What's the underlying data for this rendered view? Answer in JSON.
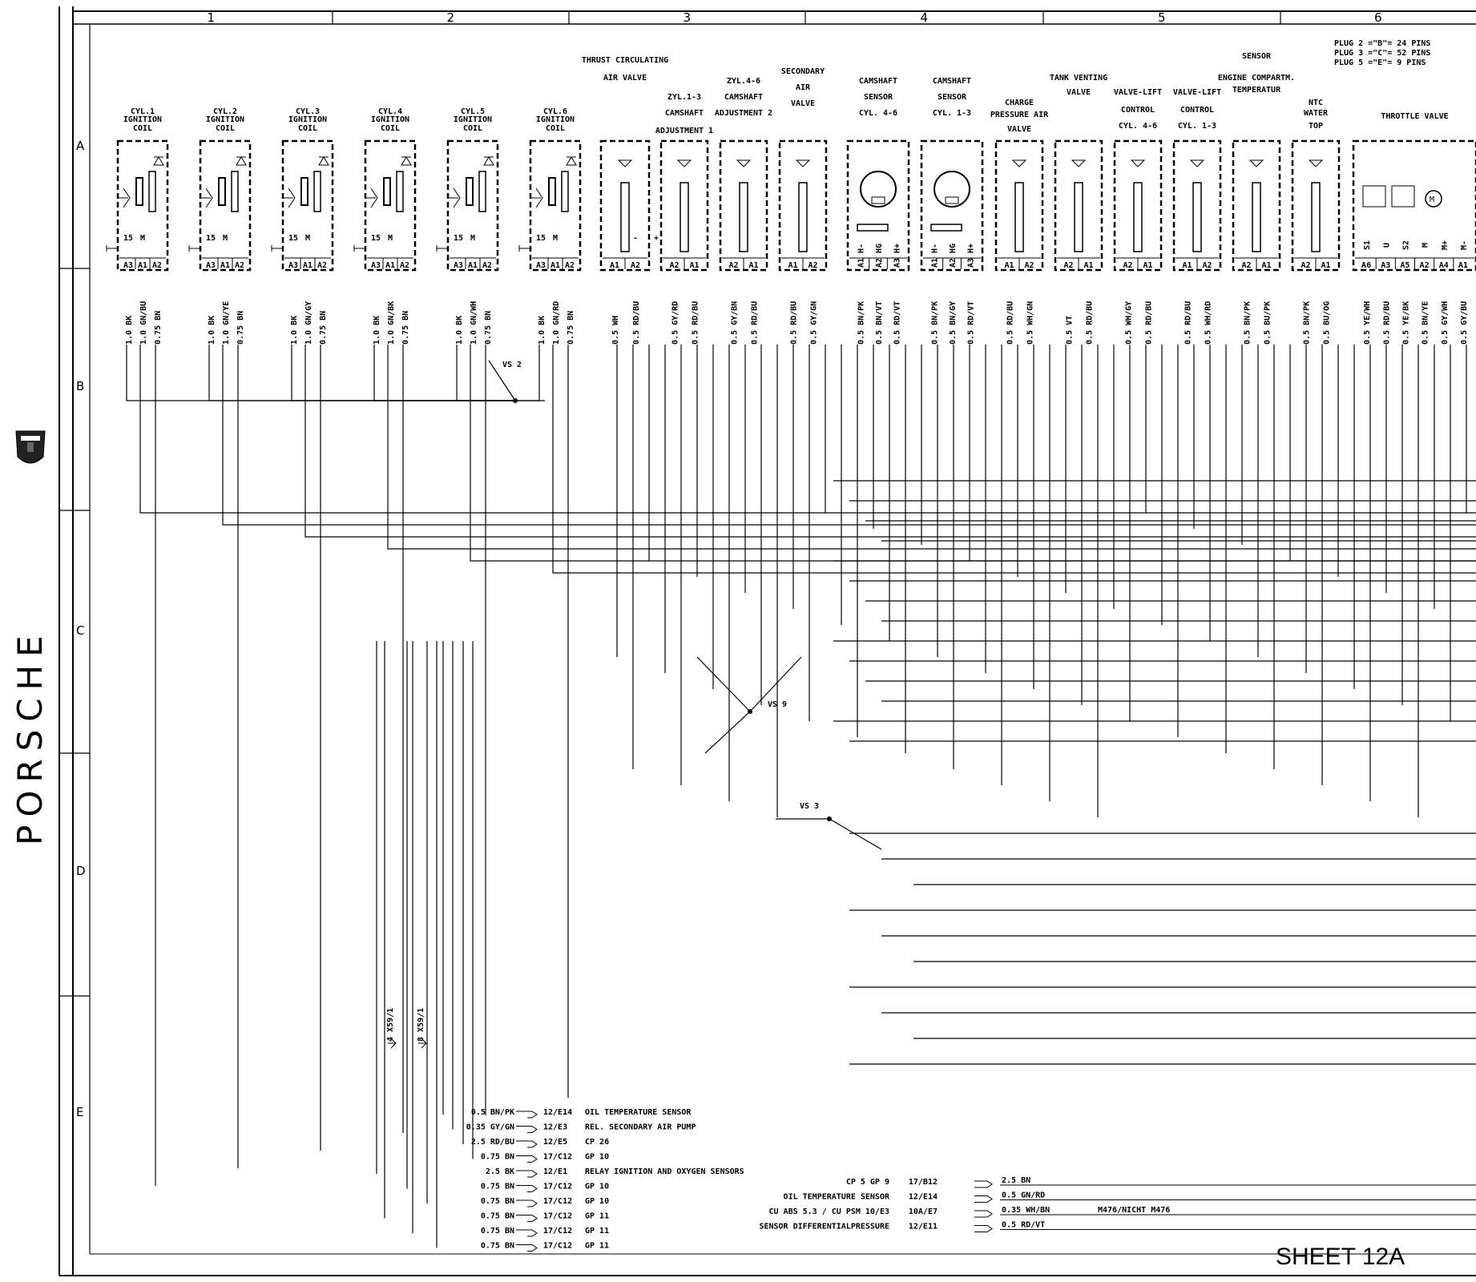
{
  "brand": "PORSCHE",
  "sheet_label": "SHEET 12A",
  "columns": [
    "1",
    "2",
    "3",
    "4",
    "5",
    "6"
  ],
  "rows": [
    "A",
    "B",
    "C",
    "D",
    "E"
  ],
  "plug_info": [
    "PLUG 2  =\"B\"=  24 PINS",
    "PLUG 3  =\"C\"=  52 PINS",
    "PLUG 5  =\"E\"=   9 PINS"
  ],
  "components": [
    {
      "name": [
        "CYL.1",
        "IGNITION",
        "COIL"
      ],
      "pins": [
        "A3",
        "A1",
        "A2"
      ],
      "extra": [
        "15",
        "M"
      ],
      "wires": [
        "1.0 BK",
        "1.0 GN/BU",
        "0.75 BN"
      ]
    },
    {
      "name": [
        "CYL.2",
        "IGNITION",
        "COIL"
      ],
      "pins": [
        "A3",
        "A1",
        "A2"
      ],
      "extra": [
        "15",
        "M"
      ],
      "wires": [
        "1.0 BK",
        "1.0 GN/YE",
        "0.75 BN"
      ]
    },
    {
      "name": [
        "CYL.3",
        "IGNITION",
        "COIL"
      ],
      "pins": [
        "A3",
        "A1",
        "A2"
      ],
      "extra": [
        "15",
        "M"
      ],
      "wires": [
        "1.0 BK",
        "1.0 GN/GY",
        "0.75 BN"
      ]
    },
    {
      "name": [
        "CYL.4",
        "IGNITION",
        "COIL"
      ],
      "pins": [
        "A3",
        "A1",
        "A2"
      ],
      "extra": [
        "15",
        "M"
      ],
      "wires": [
        "1.0 BK",
        "1.0 GN/BK",
        "0.75 BN"
      ]
    },
    {
      "name": [
        "CYL.5",
        "IGNITION",
        "COIL"
      ],
      "pins": [
        "A3",
        "A1",
        "A2"
      ],
      "extra": [
        "15",
        "M"
      ],
      "wires": [
        "1.0 BK",
        "1.0 GN/WH",
        "0.75 BN"
      ]
    },
    {
      "name": [
        "CYL.6",
        "IGNITION",
        "COIL"
      ],
      "pins": [
        "A3",
        "A1",
        "A2"
      ],
      "extra": [
        "15",
        "M"
      ],
      "wires": [
        "1.0 BK",
        "1.0 GN/RD",
        "0.75 BN"
      ]
    },
    {
      "name": [
        "THRUST CIRCULATING",
        "AIR VALVE"
      ],
      "pins": [
        "A1",
        "A2"
      ],
      "extra": [
        "-",
        "+"
      ],
      "wires": [
        "0.5 WH",
        "0.5 RD/BU"
      ]
    },
    {
      "name": [
        "ZYL.1-3",
        "CAMSHAFT",
        "ADJUSTMENT 1"
      ],
      "pins": [
        "A2",
        "A1"
      ],
      "extra": [],
      "wires": [
        "0.5 GY/RD",
        "0.5 RD/BU"
      ]
    },
    {
      "name": [
        "ZYL.4-6",
        "CAMSHAFT",
        "ADJUSTMENT 2"
      ],
      "pins": [
        "A2",
        "A1"
      ],
      "extra": [],
      "wires": [
        "0.5 GY/BN",
        "0.5 RD/BU"
      ]
    },
    {
      "name": [
        "SECONDARY",
        "AIR",
        "VALVE"
      ],
      "pins": [
        "A1",
        "A2"
      ],
      "extra": [],
      "wires": [
        "0.5 RD/BU",
        "0.5 GY/GN"
      ]
    },
    {
      "name": [
        "CAMSHAFT",
        "SENSOR",
        "CYL. 4-6"
      ],
      "pins": [
        "A1 H-",
        "A2 HG",
        "A3 H+"
      ],
      "extra": [],
      "wires": [
        "0.5 BN/PK",
        "0.5 BN/VT",
        "0.5 RD/VT"
      ]
    },
    {
      "name": [
        "CAMSHAFT",
        "SENSOR",
        "CYL. 1-3"
      ],
      "pins": [
        "A1 H-",
        "A2 HG",
        "A3 H+"
      ],
      "extra": [],
      "wires": [
        "0.5 BN/PK",
        "0.5 BN/GY",
        "0.5 RD/VT"
      ]
    },
    {
      "name": [
        "CHARGE",
        "PRESSURE AIR",
        "VALVE"
      ],
      "pins": [
        "A1",
        "A2"
      ],
      "extra": [],
      "wires": [
        "0.5 RD/BU",
        "0.5 WH/GN"
      ]
    },
    {
      "name": [
        "TANK VENTING",
        "VALVE"
      ],
      "pins": [
        "A2",
        "A1"
      ],
      "extra": [],
      "wires": [
        "0.5 VT",
        "0.5 RD/BU"
      ]
    },
    {
      "name": [
        "VALVE-LIFT",
        "CONTROL",
        "CYL. 4-6"
      ],
      "pins": [
        "A2",
        "A1"
      ],
      "extra": [],
      "wires": [
        "0.5 WH/GY",
        "0.5 RD/BU"
      ]
    },
    {
      "name": [
        "VALVE-LIFT",
        "CONTROL",
        "CYL. 1-3"
      ],
      "pins": [
        "A1",
        "A2"
      ],
      "extra": [],
      "wires": [
        "0.5 RD/BU",
        "0.5 WH/RD"
      ]
    },
    {
      "name": [
        "SENSOR",
        "ENGINE COMPARTM.",
        "TEMPERATUR"
      ],
      "pins": [
        "A2",
        "A1"
      ],
      "extra": [],
      "wires": [
        "0.5 BN/PK",
        "0.5 BU/PK"
      ]
    },
    {
      "name": [
        "NTC",
        "WATER",
        "TOP"
      ],
      "pins": [
        "A2",
        "A1"
      ],
      "extra": [],
      "wires": [
        "0.5 BN/PK",
        "0.5 BU/OG"
      ]
    },
    {
      "name": [
        "THROTTLE VALVE"
      ],
      "pins": [
        "A6",
        "A3",
        "A5",
        "A2",
        "A4",
        "A1"
      ],
      "extra": [
        "S1",
        "U",
        "S2",
        "M",
        "M+",
        "M-"
      ],
      "wires": [
        "0.5 YE/WH",
        "0.5 RD/BU",
        "0.5 YE/BK",
        "0.5 BN/YE",
        "0.5 GY/WH",
        "0.5 GY/BU"
      ]
    }
  ],
  "splices": [
    "VS 2",
    "VS 9",
    "VS 3"
  ],
  "connector_marks": [
    "4 X59/1",
    "8 X59/1"
  ],
  "left_terminals": [
    {
      "wire": "0.5 BN/PK",
      "ref": "12/E14",
      "desc": "OIL TEMPERATURE SENSOR"
    },
    {
      "wire": "0.35 GY/GN",
      "ref": "12/E3",
      "desc": "REL. SECONDARY AIR PUMP"
    },
    {
      "wire": "2.5 RD/BU",
      "ref": "12/E5",
      "desc": "CP 26"
    },
    {
      "wire": "0.75 BN",
      "ref": "17/C12",
      "desc": "GP 10"
    },
    {
      "wire": "2.5 BK",
      "ref": "12/E1",
      "desc": "RELAY IGNITION AND OXYGEN SENSORS"
    },
    {
      "wire": "0.75 BN",
      "ref": "17/C12",
      "desc": "GP 10"
    },
    {
      "wire": "0.75 BN",
      "ref": "17/C12",
      "desc": "GP 10"
    },
    {
      "wire": "0.75 BN",
      "ref": "17/C12",
      "desc": "GP 11"
    },
    {
      "wire": "0.75 BN",
      "ref": "17/C12",
      "desc": "GP 11"
    },
    {
      "wire": "0.75 BN",
      "ref": "17/C12",
      "desc": "GP 11"
    }
  ],
  "right_terminals": [
    {
      "desc": "CP 5 GP 9",
      "ref": "17/B12",
      "wire": "2.5 BN",
      "note": ""
    },
    {
      "desc": "OIL TEMPERATURE SENSOR",
      "ref": "12/E14",
      "wire": "0.5 GN/RD",
      "note": ""
    },
    {
      "desc": "CU ABS 5.3 / CU PSM   10/E3",
      "ref": "10A/E7",
      "wire": "0.35 WH/BN",
      "note": "M476/NICHT M476"
    },
    {
      "desc": "SENSOR DIFFERENTIALPRESSURE",
      "ref": "12/E11",
      "wire": "0.5 RD/VT",
      "note": ""
    }
  ]
}
